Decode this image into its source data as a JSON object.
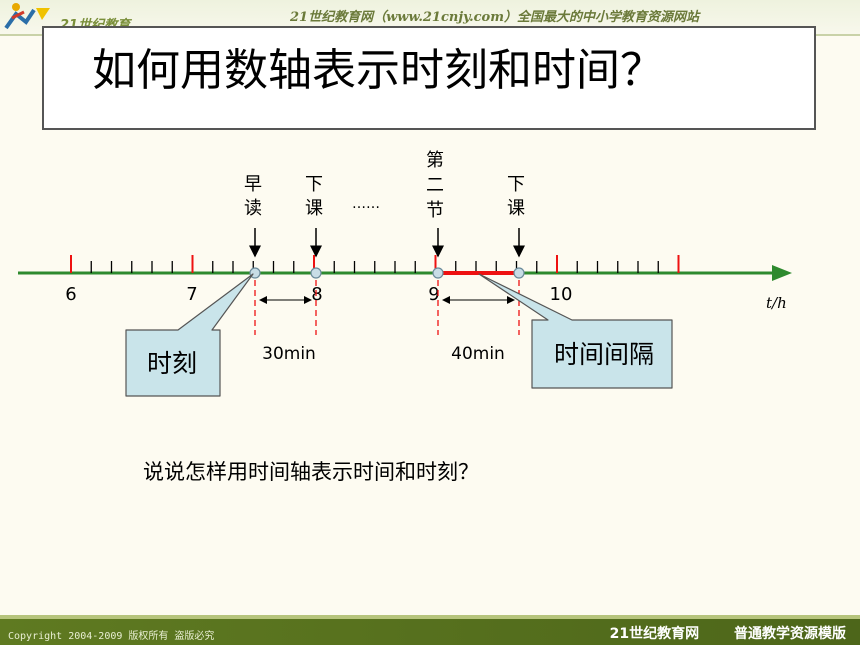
{
  "header": {
    "logo_text": "21世纪教育",
    "site_banner": "21世纪教育网（www.21cnjy.com）全国最大的中小学教育资源网站"
  },
  "title": "如何用数轴表示时刻和时间？",
  "timeline": {
    "hour_labels": [
      "6",
      "7",
      "8",
      "9",
      "10"
    ],
    "axis_unit": "t/h",
    "annotations": [
      {
        "text": "早读",
        "chars": [
          "早",
          "读"
        ]
      },
      {
        "text": "下课",
        "chars": [
          "下",
          "课"
        ]
      },
      {
        "text": "……"
      },
      {
        "text": "第二节",
        "chars": [
          "第",
          "二",
          "节"
        ]
      },
      {
        "text": "下课",
        "chars": [
          "下",
          "课"
        ]
      }
    ],
    "interval_1": "30min",
    "interval_2": "40min",
    "callout_moment": "时刻",
    "callout_interval": "时间间隔",
    "colors": {
      "axis": "#2e8a2e",
      "hour_tick": "#ee1111",
      "interval": "#ee1111",
      "callout_fill": "#c9e4ea"
    }
  },
  "question": "说说怎样用时间轴表示时间和时刻？",
  "footer": {
    "copyright": "Copyright 2004-2009 版权所有 盗版必究",
    "brand": "21世纪教育网",
    "template": "普通教学资源模版"
  }
}
